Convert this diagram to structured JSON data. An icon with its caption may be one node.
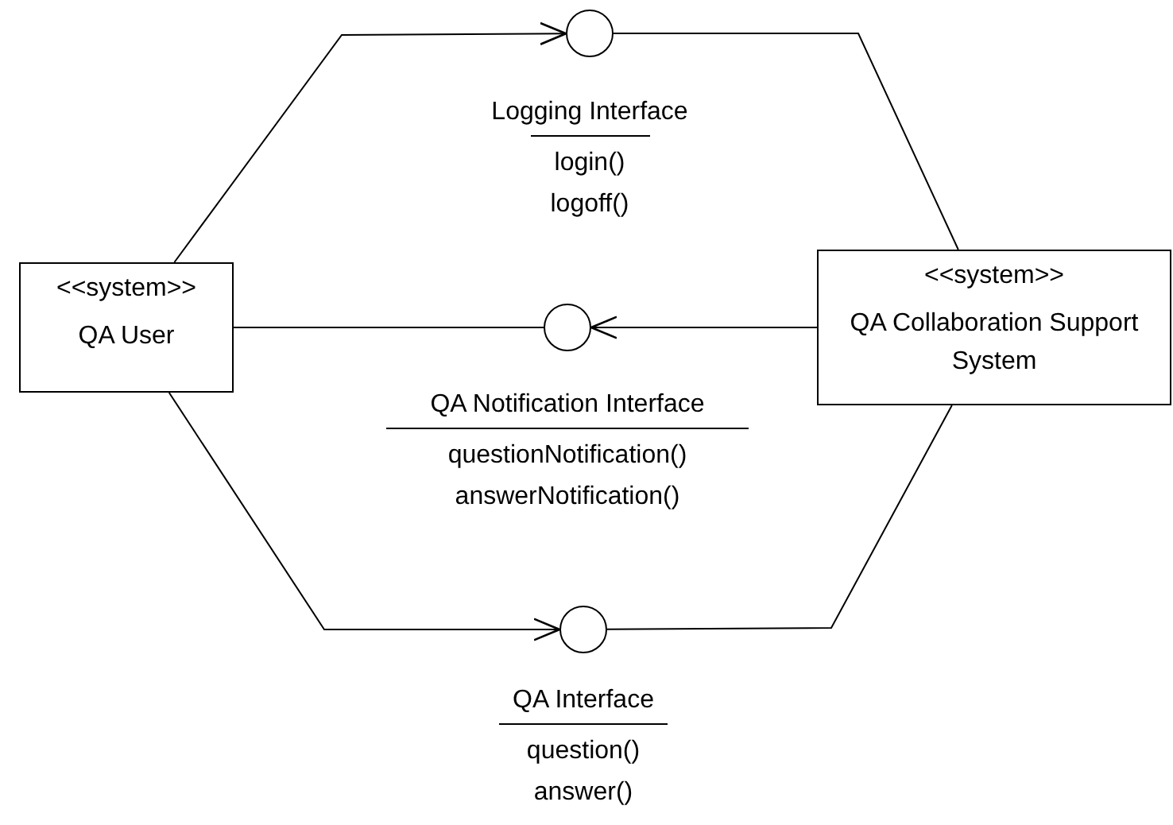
{
  "diagram": {
    "nodes": [
      {
        "text": [
          "<<system>>",
          "QA User"
        ]
      },
      {
        "text": [
          "<<system>>",
          "QA Collaboration Support System"
        ]
      },
      {
        "text": [],
        "shape": "circle",
        "beside": [
          "Logging Interface",
          "login()",
          "logoff()"
        ]
      },
      {
        "text": [],
        "shape": "circle",
        "beside": [
          "QA Notification Interface",
          "questionNotification()",
          "answerNotification()"
        ]
      },
      {
        "text": [],
        "shape": "circle",
        "beside": [
          "QA Interface",
          "question()",
          "answer()"
        ]
      }
    ],
    "edges": [
      {
        "from": 0,
        "to": 2,
        "arrow": "to"
      },
      {
        "from": 1,
        "to": 2,
        "arrow": "none"
      },
      {
        "from": 0,
        "to": 3,
        "arrow": "none"
      },
      {
        "from": 1,
        "to": 3,
        "arrow": "to"
      },
      {
        "from": 0,
        "to": 4,
        "arrow": "to"
      },
      {
        "from": 1,
        "to": 4,
        "arrow": "none"
      }
    ]
  }
}
